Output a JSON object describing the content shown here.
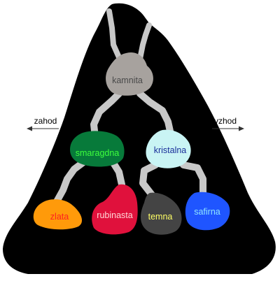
{
  "directions": {
    "west": "zahod",
    "east": "vzhod"
  },
  "caves": {
    "top": {
      "label": "kamnita",
      "fill": "#a7a29e",
      "text_color": "#4a4a4a"
    },
    "left_mid": {
      "label": "smaragdna",
      "fill": "#077a3a",
      "text_color": "#3dff3d"
    },
    "right_mid": {
      "label": "kristalna",
      "fill": "#c9f4f4",
      "text_color": "#1a2f9a"
    },
    "gold": {
      "label": "zlata",
      "fill": "#ff9a0a",
      "text_color": "#ff2020"
    },
    "ruby": {
      "label": "rubinasta",
      "fill": "#e0113c",
      "text_color": "#ffd6d6"
    },
    "dark": {
      "label": "temna",
      "fill": "#444444",
      "text_color": "#ffff66"
    },
    "sapphire": {
      "label": "safirna",
      "fill": "#1f55ff",
      "text_color": "#8fe6ff"
    }
  },
  "colors": {
    "mountain": "#000000",
    "tunnel": "#c8c8c8",
    "arrow": "#333333"
  }
}
